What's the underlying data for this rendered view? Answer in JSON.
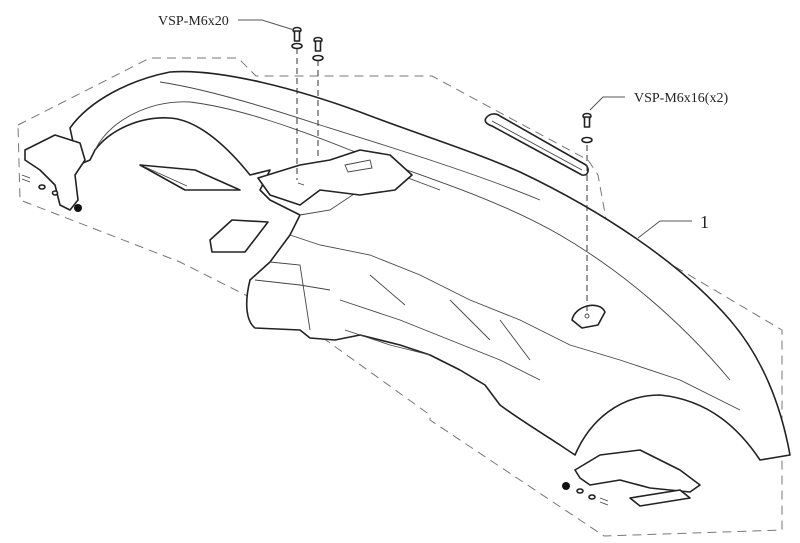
{
  "labels": {
    "fastener_top": "VSP-M6x20",
    "fastener_right": "VSP-M6x16(x2)",
    "part_number": "1"
  }
}
